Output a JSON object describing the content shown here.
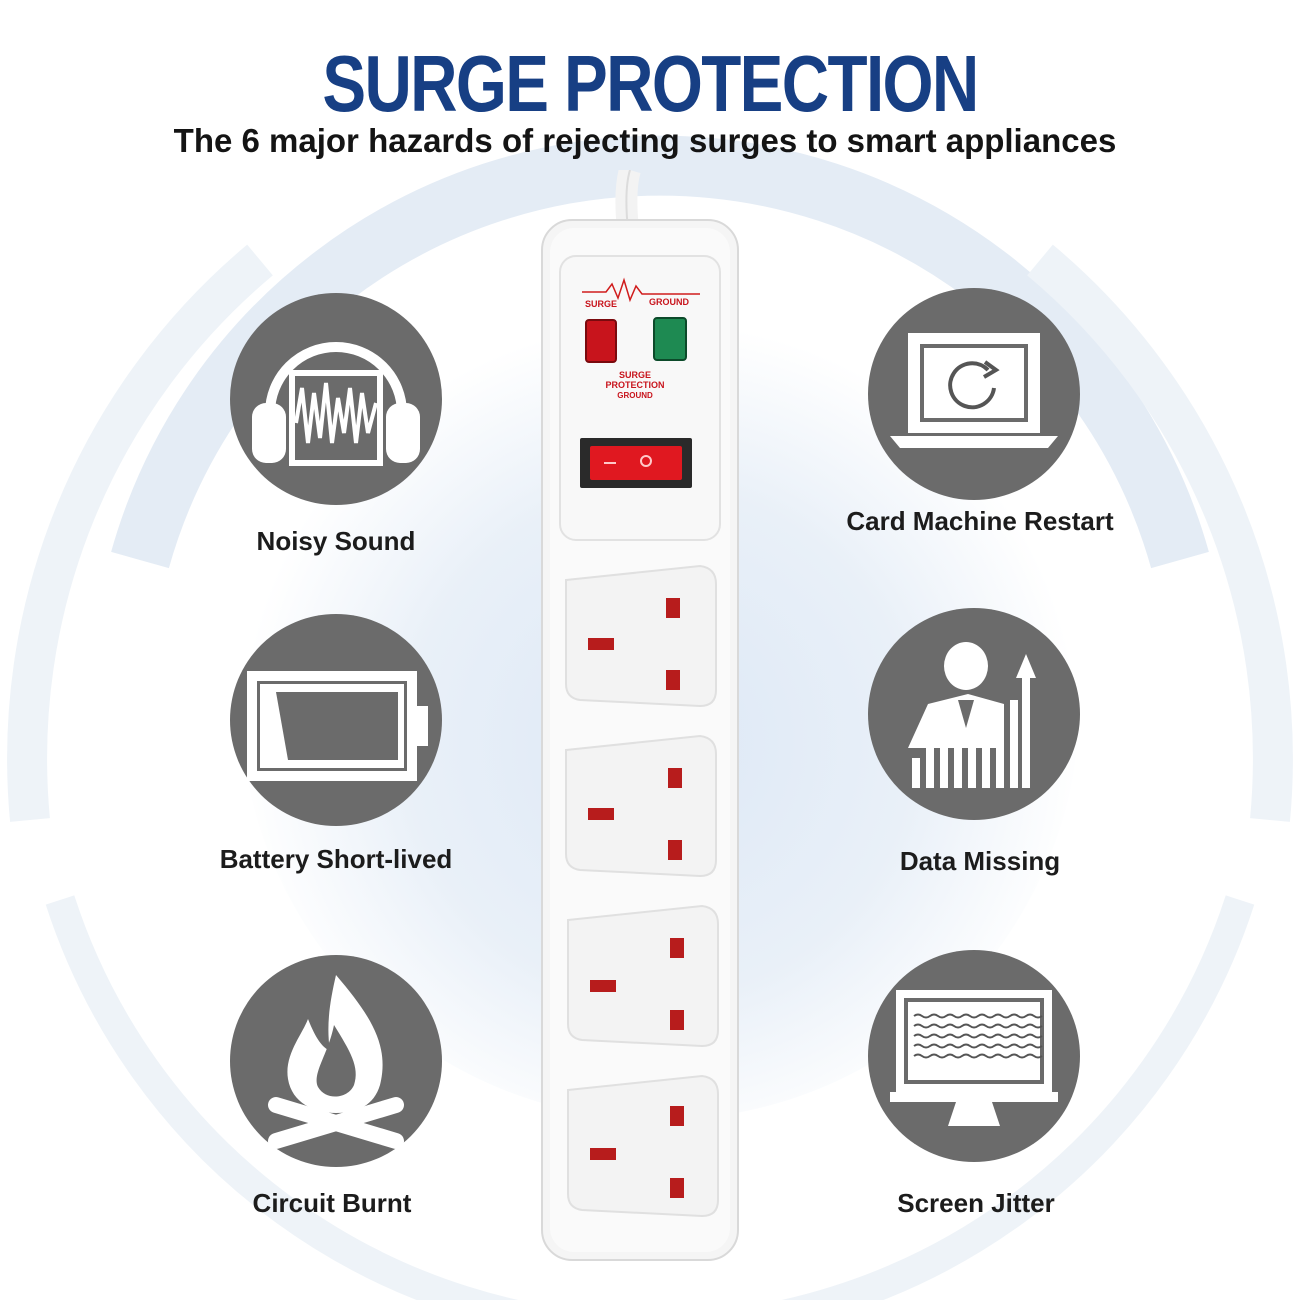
{
  "header": {
    "title": "SURGE PROTECTION",
    "subtitle": "The 6 major hazards of rejecting surges to smart appliances"
  },
  "hazards": [
    {
      "label": "Noisy Sound",
      "icon": "headphones-soundwave-icon"
    },
    {
      "label": "Card Machine Restart",
      "icon": "laptop-restart-icon"
    },
    {
      "label": "Battery Short-lived",
      "icon": "battery-low-icon"
    },
    {
      "label": "Data Missing",
      "icon": "person-chart-icon"
    },
    {
      "label": "Circuit Burnt",
      "icon": "fire-icon"
    },
    {
      "label": "Screen Jitter",
      "icon": "monitor-jitter-icon"
    }
  ],
  "power_strip": {
    "indicator_surge": "SURGE",
    "indicator_ground": "GROUND",
    "panel_line1": "SURGE",
    "panel_line2": "PROTECTION",
    "panel_line3": "GROUND",
    "socket_count": 4,
    "colors": {
      "surge_light": "#c8141c",
      "ground_light": "#1e8a52",
      "switch": "#e01820"
    }
  },
  "colors": {
    "title": "#173f84",
    "icon_circle": "#6b6b6b",
    "background_arc": "#dce6f2"
  }
}
